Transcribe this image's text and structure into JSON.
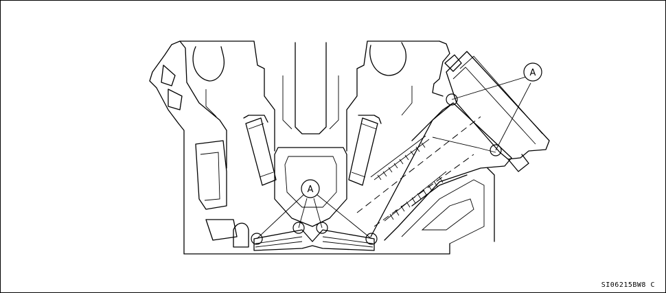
{
  "callouts": {
    "upper_right": "A",
    "lower_center": "A"
  },
  "figure_code": "SI06215BW8 C"
}
